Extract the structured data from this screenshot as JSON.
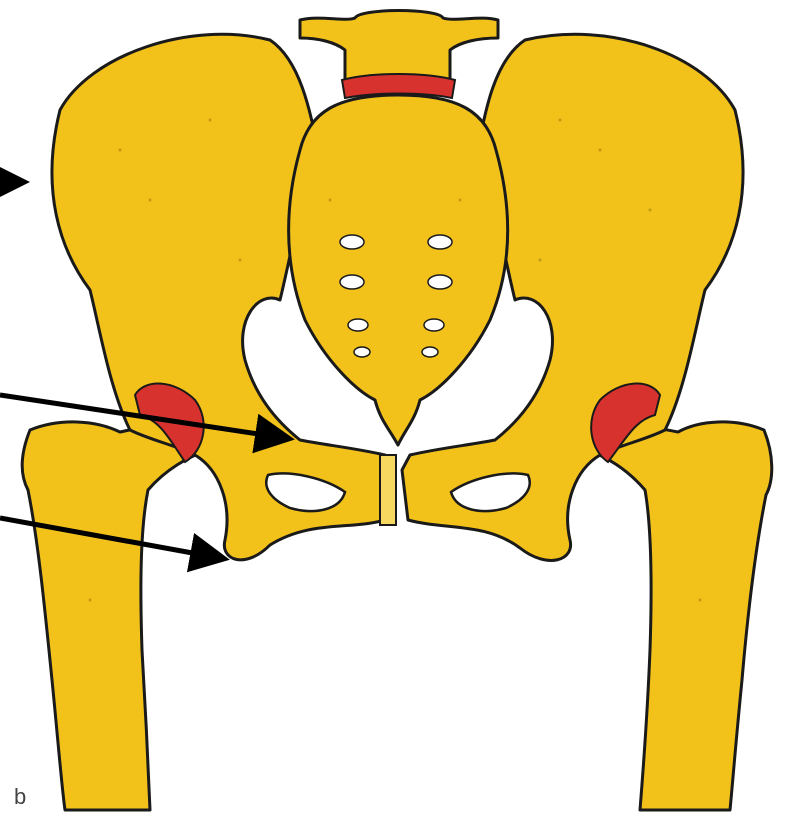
{
  "figure": {
    "panel_letter": "b",
    "colors": {
      "bone": "#f2c21a",
      "bone_outline": "#1a1a1a",
      "cartilage": "#d8322e",
      "background": "#ffffff",
      "arrow": "#000000"
    },
    "parts": [
      "sacrum",
      "left-ilium",
      "right-ilium",
      "left-femur",
      "right-femur",
      "pubic-symphysis",
      "lumbar-disc",
      "hip-joint-cartilage"
    ],
    "arrows": [
      "ilium-arrow",
      "pubis-arrow",
      "ischium-arrow"
    ]
  }
}
